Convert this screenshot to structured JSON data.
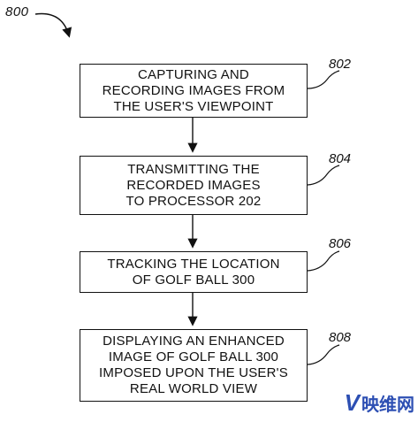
{
  "figure": {
    "label": "800"
  },
  "steps": [
    {
      "ref": "802",
      "lines": [
        "CAPTURING AND",
        "RECORDING IMAGES FROM",
        "THE USER'S VIEWPOINT"
      ]
    },
    {
      "ref": "804",
      "lines": [
        "TRANSMITTING THE",
        "RECORDED IMAGES",
        "TO PROCESSOR 202"
      ]
    },
    {
      "ref": "806",
      "lines": [
        "TRACKING THE LOCATION",
        "OF GOLF BALL 300"
      ]
    },
    {
      "ref": "808",
      "lines": [
        "DISPLAYING AN ENHANCED",
        "IMAGE OF GOLF BALL 300",
        "IMPOSED UPON THE USER'S",
        "REAL WORLD VIEW"
      ]
    }
  ],
  "watermark": {
    "logo": "V",
    "text": "映维网"
  }
}
